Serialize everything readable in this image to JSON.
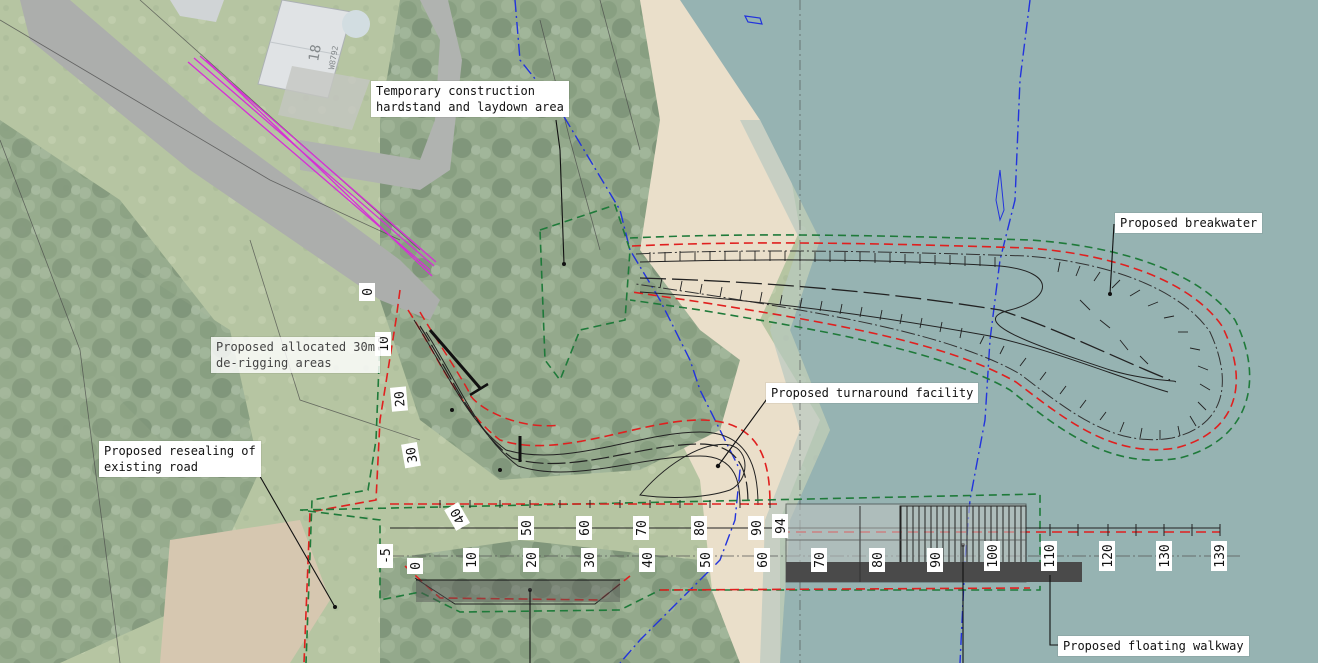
{
  "annotations": {
    "hardstand": {
      "line1": "Temporary construction",
      "line2": "hardstand and laydown area"
    },
    "breakwater": "Proposed breakwater",
    "derigging": {
      "line1": "Proposed allocated 30m",
      "line2": "de-rigging areas"
    },
    "turnaround": "Proposed turnaround facility",
    "resealing": {
      "line1": "Proposed resealing of",
      "line2": "existing road"
    },
    "walkway": "Proposed floating walkway"
  },
  "property": {
    "lot_number": "18",
    "plan": "W8792"
  },
  "chainage_road": [
    "0",
    "10",
    "20",
    "30",
    "40",
    "50",
    "60",
    "70",
    "80",
    "90",
    "94"
  ],
  "chainage_lower": [
    "-5",
    "0",
    "10",
    "20",
    "30",
    "40",
    "50",
    "60",
    "70",
    "80",
    "90",
    "100",
    "110",
    "120",
    "130",
    "139"
  ],
  "colors": {
    "water": "#7fa2a0",
    "sand": "#e9dcc6",
    "grass": "#a9ba8f",
    "trees": "#7a9470",
    "boundary_red": "#e0201f",
    "boundary_green": "#1f7a3a",
    "waterline_blue": "#2233dd",
    "service_magenta": "#d62fd6"
  }
}
